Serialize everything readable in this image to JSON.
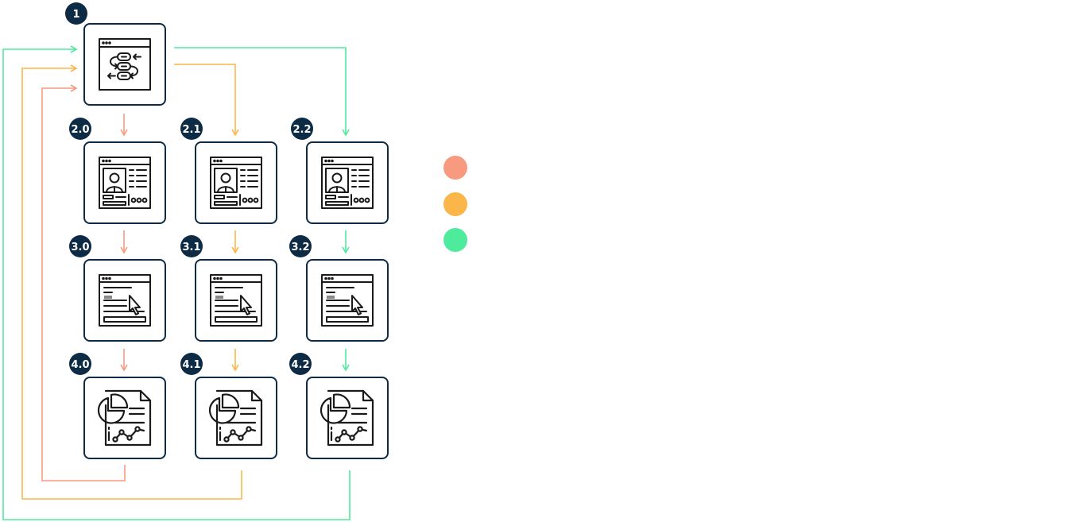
{
  "colors": {
    "navy": "#0d2b45",
    "salmon": "#f89a80",
    "orange": "#fbb64a",
    "green": "#4eeb9c"
  },
  "steps": {
    "s1": {
      "label": "1",
      "icon": "workflow-icon"
    },
    "s20": {
      "label": "2.0",
      "icon": "profile-icon"
    },
    "s21": {
      "label": "2.1",
      "icon": "profile-icon"
    },
    "s22": {
      "label": "2.2",
      "icon": "profile-icon"
    },
    "s30": {
      "label": "3.0",
      "icon": "form-cursor-icon"
    },
    "s31": {
      "label": "3.1",
      "icon": "form-cursor-icon"
    },
    "s32": {
      "label": "3.2",
      "icon": "form-cursor-icon"
    },
    "s40": {
      "label": "4.0",
      "icon": "report-chart-icon"
    },
    "s41": {
      "label": "4.1",
      "icon": "report-chart-icon"
    },
    "s42": {
      "label": "4.2",
      "icon": "report-chart-icon"
    }
  },
  "legend": [
    {
      "color": "#f89a80",
      "label": ""
    },
    {
      "color": "#fbb64a",
      "label": ""
    },
    {
      "color": "#4eeb9c",
      "label": ""
    }
  ]
}
